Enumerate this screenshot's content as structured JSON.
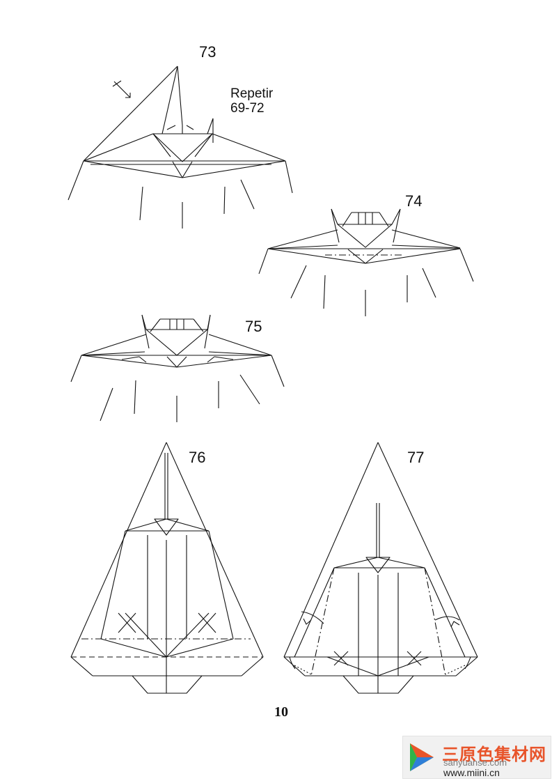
{
  "steps": {
    "s73": "73",
    "s74": "74",
    "s75": "75",
    "s76": "76",
    "s77": "77"
  },
  "note": {
    "line1": "Repetir",
    "line2": "69-72"
  },
  "page_number": "10",
  "watermark": {
    "chinese": "三原色集材网",
    "pinyin": "sanyuanse.com",
    "site": "www.miini.cn"
  }
}
